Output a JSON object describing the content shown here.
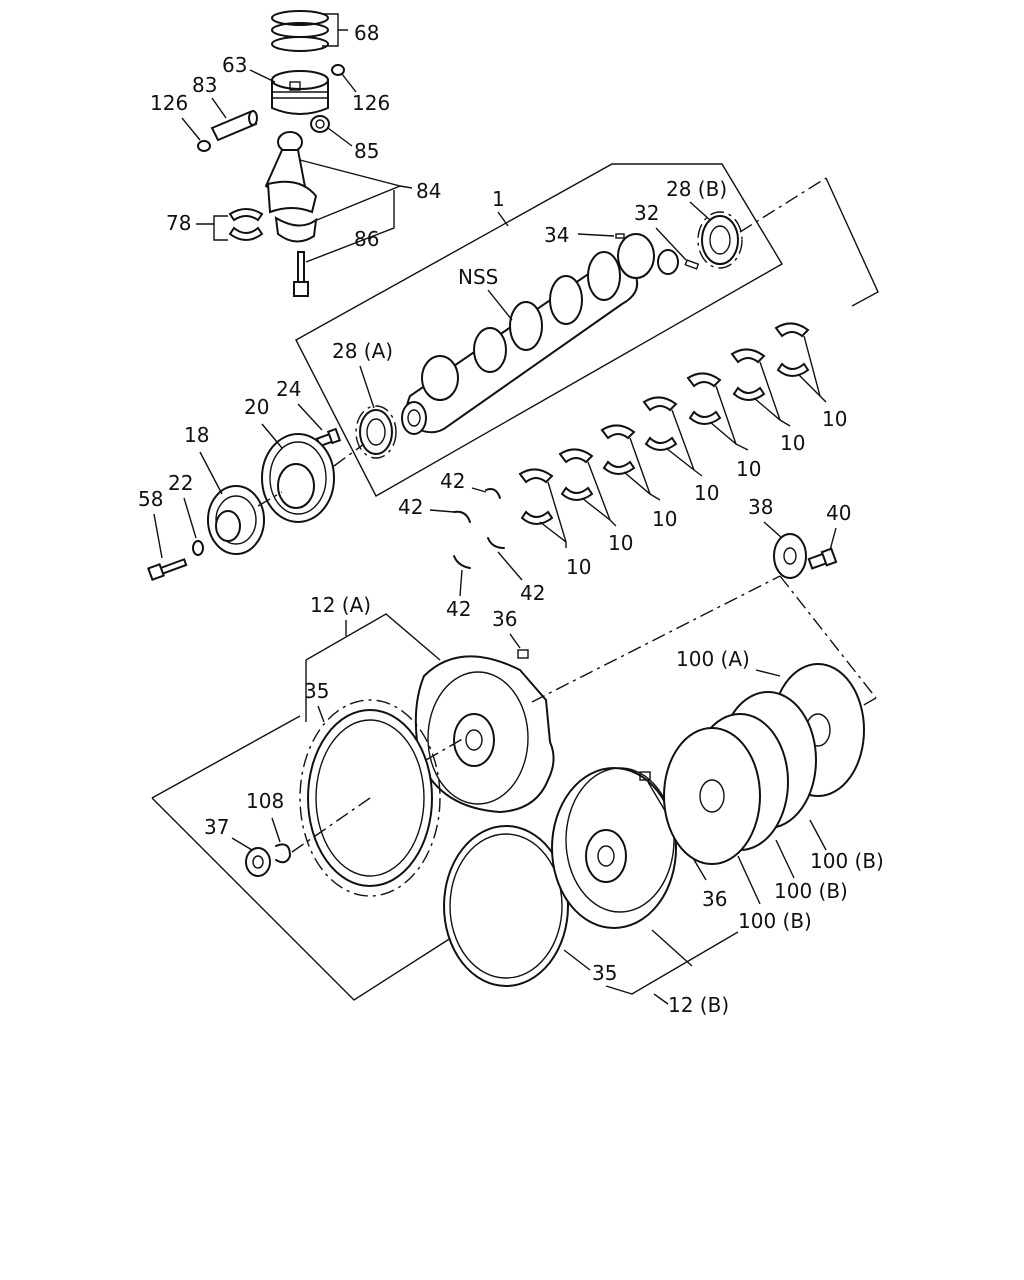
{
  "labels": {
    "p1": "1",
    "p10": "10",
    "p12a": "12 (A)",
    "p12b": "12 (B)",
    "p18": "18",
    "p20": "20",
    "p22": "22",
    "p24": "24",
    "p28a": "28 (A)",
    "p28b": "28 (B)",
    "p32": "32",
    "p34": "34",
    "p35": "35",
    "p36": "36",
    "p37": "37",
    "p38": "38",
    "p40": "40",
    "p42": "42",
    "p58": "58",
    "p63": "63",
    "p68": "68",
    "p78": "78",
    "p83": "83",
    "p84": "84",
    "p85": "85",
    "p86": "86",
    "p100a": "100 (A)",
    "p100b": "100 (B)",
    "p108": "108",
    "p126": "126",
    "nss": "NSS"
  }
}
